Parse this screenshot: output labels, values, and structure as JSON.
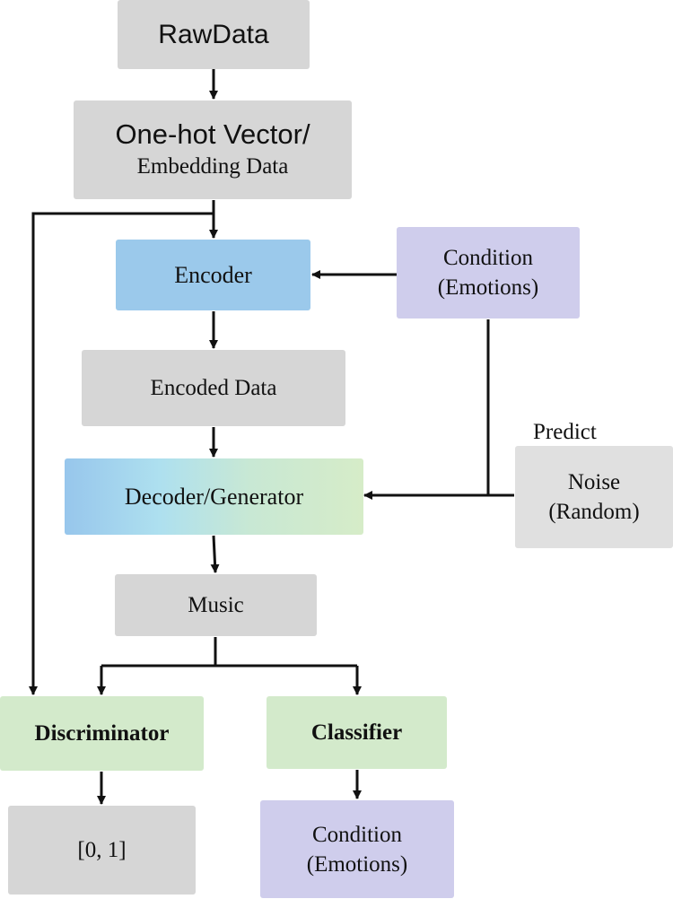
{
  "nodes": {
    "raw_data": "RawData",
    "onehot_line1": "One-hot Vector/",
    "onehot_line2": "Embedding Data",
    "encoder": "Encoder",
    "condition_top_line1": "Condition",
    "condition_top_line2": "(Emotions)",
    "encoded_data": "Encoded Data",
    "decoder_generator": "Decoder/Generator",
    "noise_line1": "Noise",
    "noise_line2": "(Random)",
    "music": "Music",
    "discriminator": "Discriminator",
    "classifier": "Classifier",
    "output_range": "[0, 1]",
    "condition_bottom_line1": "Condition",
    "condition_bottom_line2": "(Emotions)"
  },
  "labels": {
    "predict": "Predict"
  },
  "colors": {
    "gray": "#d6d6d6",
    "blue": "#9bc9eb",
    "purple": "#cfcdec",
    "green": "#d3eacb",
    "line": "#111111"
  }
}
